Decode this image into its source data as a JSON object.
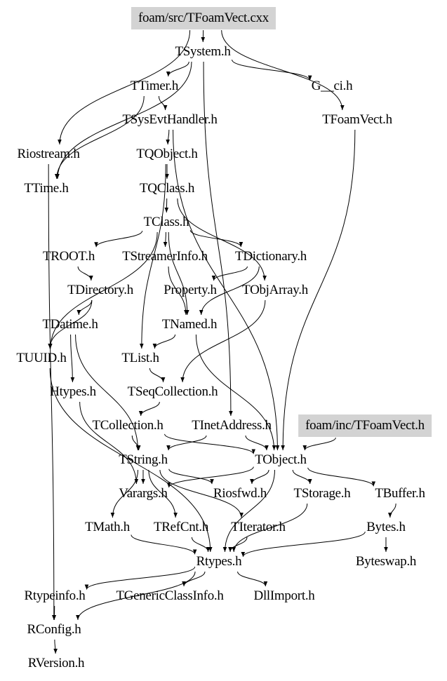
{
  "graph": {
    "type": "include-dependency-graph",
    "highlight_color": "#d3d3d3",
    "edge_color": "#000000",
    "nodes": [
      {
        "id": "root_cxx",
        "label": "foam/src/TFoamVect.cxx",
        "highlighted": true
      },
      {
        "id": "TSystem",
        "label": "TSystem.h"
      },
      {
        "id": "TTimer",
        "label": "TTimer.h"
      },
      {
        "id": "G__ci",
        "label": "G__ci.h"
      },
      {
        "id": "TSysEvtHandler",
        "label": "TSysEvtHandler.h"
      },
      {
        "id": "TFoamVect_h",
        "label": "TFoamVect.h"
      },
      {
        "id": "Riostream",
        "label": "Riostream.h"
      },
      {
        "id": "TQObject",
        "label": "TQObject.h"
      },
      {
        "id": "TTime",
        "label": "TTime.h"
      },
      {
        "id": "TQClass",
        "label": "TQClass.h"
      },
      {
        "id": "TClass",
        "label": "TClass.h"
      },
      {
        "id": "TROOT",
        "label": "TROOT.h"
      },
      {
        "id": "TStreamerInfo",
        "label": "TStreamerInfo.h"
      },
      {
        "id": "TDictionary",
        "label": "TDictionary.h"
      },
      {
        "id": "TDirectory",
        "label": "TDirectory.h"
      },
      {
        "id": "Property",
        "label": "Property.h"
      },
      {
        "id": "TObjArray",
        "label": "TObjArray.h"
      },
      {
        "id": "TDatime",
        "label": "TDatime.h"
      },
      {
        "id": "TNamed",
        "label": "TNamed.h"
      },
      {
        "id": "TUUID",
        "label": "TUUID.h"
      },
      {
        "id": "TList",
        "label": "TList.h"
      },
      {
        "id": "Htypes",
        "label": "Htypes.h"
      },
      {
        "id": "TSeqCollection",
        "label": "TSeqCollection.h"
      },
      {
        "id": "TCollection",
        "label": "TCollection.h"
      },
      {
        "id": "TInetAddress",
        "label": "TInetAddress.h"
      },
      {
        "id": "foam_inc",
        "label": "foam/inc/TFoamVect.h",
        "highlighted": true
      },
      {
        "id": "TString",
        "label": "TString.h"
      },
      {
        "id": "TObject",
        "label": "TObject.h"
      },
      {
        "id": "Varargs",
        "label": "Varargs.h"
      },
      {
        "id": "Riosfwd",
        "label": "Riosfwd.h"
      },
      {
        "id": "TStorage",
        "label": "TStorage.h"
      },
      {
        "id": "TBuffer",
        "label": "TBuffer.h"
      },
      {
        "id": "TMath",
        "label": "TMath.h"
      },
      {
        "id": "TRefCnt",
        "label": "TRefCnt.h"
      },
      {
        "id": "TIterator",
        "label": "TIterator.h"
      },
      {
        "id": "Bytes",
        "label": "Bytes.h"
      },
      {
        "id": "Rtypes",
        "label": "Rtypes.h"
      },
      {
        "id": "Byteswap",
        "label": "Byteswap.h"
      },
      {
        "id": "Rtypeinfo",
        "label": "Rtypeinfo.h"
      },
      {
        "id": "TGenericClassInfo",
        "label": "TGenericClassInfo.h"
      },
      {
        "id": "DllImport",
        "label": "DllImport.h"
      },
      {
        "id": "RConfig",
        "label": "RConfig.h"
      },
      {
        "id": "RVersion",
        "label": "RVersion.h"
      }
    ],
    "edges": [
      [
        "root_cxx",
        "TSystem"
      ],
      [
        "root_cxx",
        "Riostream"
      ],
      [
        "root_cxx",
        "TFoamVect_h"
      ],
      [
        "TSystem",
        "TTimer"
      ],
      [
        "TSystem",
        "G__ci"
      ],
      [
        "TSystem",
        "TTime"
      ],
      [
        "TSystem",
        "TInetAddress"
      ],
      [
        "TTimer",
        "TSysEvtHandler"
      ],
      [
        "TTimer",
        "TTime"
      ],
      [
        "TSysEvtHandler",
        "TQObject"
      ],
      [
        "TSysEvtHandler",
        "TObject"
      ],
      [
        "TQObject",
        "TQClass"
      ],
      [
        "TQObject",
        "TList"
      ],
      [
        "TQClass",
        "TClass"
      ],
      [
        "TQClass",
        "TObjArray"
      ],
      [
        "TClass",
        "TROOT"
      ],
      [
        "TClass",
        "TStreamerInfo"
      ],
      [
        "TClass",
        "TDictionary"
      ],
      [
        "TClass",
        "TNamed"
      ],
      [
        "TClass",
        "TUUID"
      ],
      [
        "TROOT",
        "TDirectory"
      ],
      [
        "TStreamerInfo",
        "TNamed"
      ],
      [
        "TDictionary",
        "Property"
      ],
      [
        "TDictionary",
        "TNamed"
      ],
      [
        "TDirectory",
        "TDatime"
      ],
      [
        "TDirectory",
        "TUUID"
      ],
      [
        "TObjArray",
        "TSeqCollection"
      ],
      [
        "TDatime",
        "Htypes"
      ],
      [
        "TDatime",
        "TString"
      ],
      [
        "TNamed",
        "TList"
      ],
      [
        "TNamed",
        "TObject"
      ],
      [
        "TList",
        "TSeqCollection"
      ],
      [
        "TUUID",
        "Rtypes"
      ],
      [
        "TSeqCollection",
        "TCollection"
      ],
      [
        "TCollection",
        "TString"
      ],
      [
        "TCollection",
        "TObject"
      ],
      [
        "TInetAddress",
        "TString"
      ],
      [
        "TInetAddress",
        "TObject"
      ],
      [
        "TFoamVect_h",
        "TObject"
      ],
      [
        "foam_inc",
        "TObject"
      ],
      [
        "Htypes",
        "Varargs"
      ],
      [
        "TString",
        "Varargs"
      ],
      [
        "TString",
        "TRefCnt"
      ],
      [
        "TString",
        "Riosfwd"
      ],
      [
        "TString",
        "TMath"
      ],
      [
        "TString",
        "TIterator"
      ],
      [
        "TObject",
        "Varargs"
      ],
      [
        "TObject",
        "Riosfwd"
      ],
      [
        "TObject",
        "TStorage"
      ],
      [
        "TObject",
        "TBuffer"
      ],
      [
        "TObject",
        "Rtypes"
      ],
      [
        "TBuffer",
        "Bytes"
      ],
      [
        "TStorage",
        "Rtypes"
      ],
      [
        "TMath",
        "Rtypes"
      ],
      [
        "TRefCnt",
        "Rtypes"
      ],
      [
        "TIterator",
        "Rtypes"
      ],
      [
        "Bytes",
        "Rtypes"
      ],
      [
        "Bytes",
        "Byteswap"
      ],
      [
        "Rtypes",
        "Rtypeinfo"
      ],
      [
        "Rtypes",
        "TGenericClassInfo"
      ],
      [
        "Rtypes",
        "DllImport"
      ],
      [
        "Rtypes",
        "RConfig"
      ],
      [
        "Riostream",
        "RConfig"
      ],
      [
        "Rtypeinfo",
        "RConfig"
      ],
      [
        "RConfig",
        "RVersion"
      ]
    ]
  }
}
